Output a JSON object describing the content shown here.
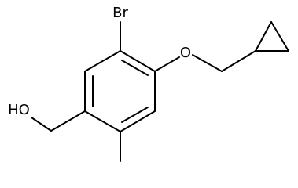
{
  "molecule": {
    "atoms": {
      "bromine": "Br",
      "oxygen": "O",
      "hydroxyl": "HO"
    },
    "colors": {
      "bond": "#000000",
      "label": "#000000",
      "background": "#ffffff"
    }
  }
}
